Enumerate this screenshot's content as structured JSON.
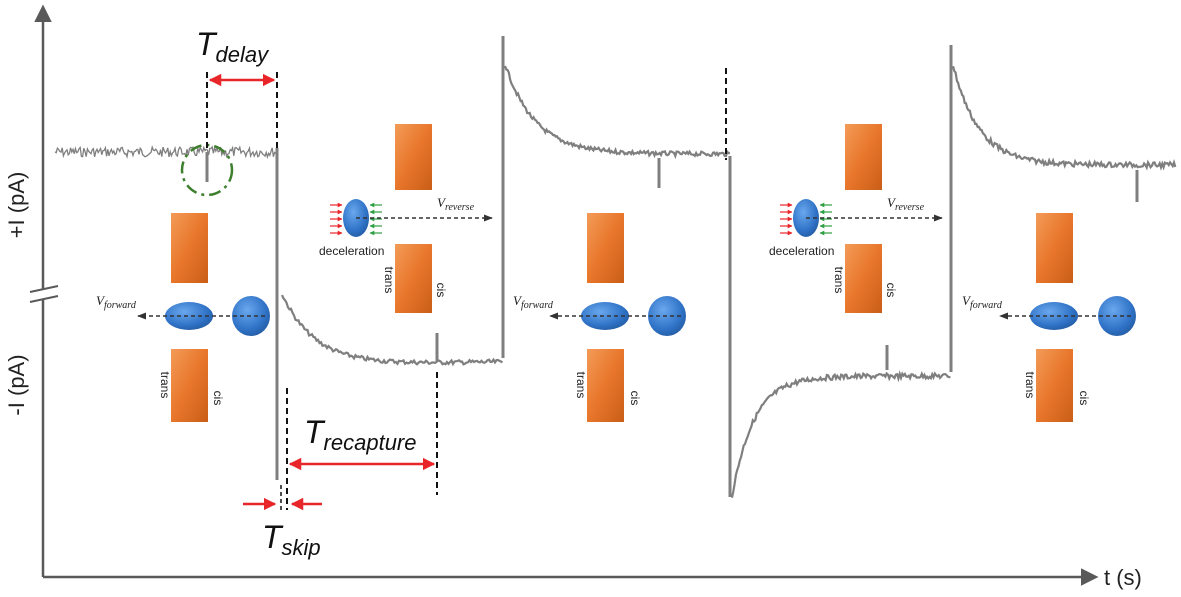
{
  "axes": {
    "y_pos_label": "+I (pA)",
    "y_neg_label": "-I (pA)",
    "x_label": "t (s)"
  },
  "timing": {
    "delay_sym": "T",
    "delay_sub": "delay",
    "recapture_sym": "T",
    "recapture_sub": "recapture",
    "skip_sym": "T",
    "skip_sub": "skip"
  },
  "pore": {
    "trans": "trans",
    "cis": "cis"
  },
  "velocity": {
    "forward_sym": "V",
    "forward_sub": "forward",
    "reverse_sym": "V",
    "reverse_sub": "reverse"
  },
  "deceleration_label": "deceleration",
  "colors": {
    "trace": "#7f7f7f",
    "axis": "#595959",
    "arrow_red": "#e8262a",
    "pore_orange": "#e8762b",
    "molecule_blue": "#3b7fd0",
    "highlight_green": "#3e7f2e",
    "force_green": "#2ea043"
  }
}
